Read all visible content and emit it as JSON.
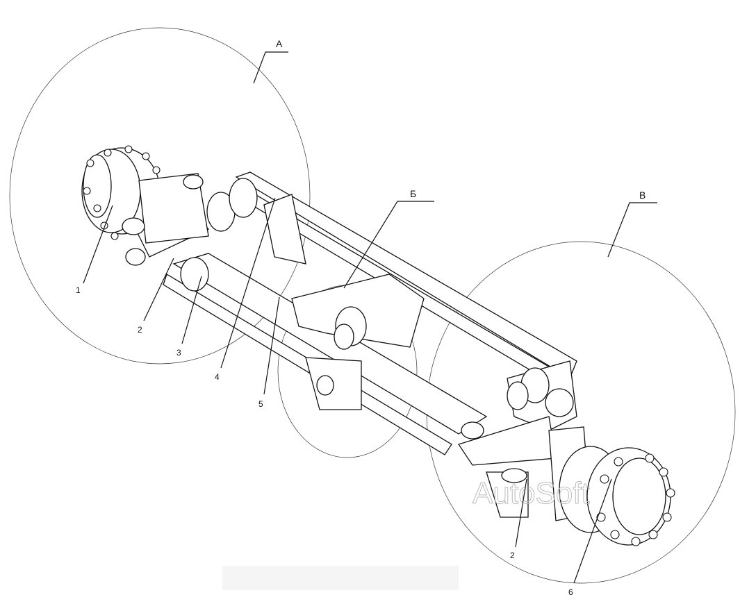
{
  "callouts": {
    "a": "А",
    "b": "Б",
    "v": "В",
    "n1": "1",
    "n2_left": "2",
    "n3": "3",
    "n4": "4",
    "n5": "5",
    "n2_right": "2",
    "n6": "6"
  },
  "watermark": "AutoSoft"
}
